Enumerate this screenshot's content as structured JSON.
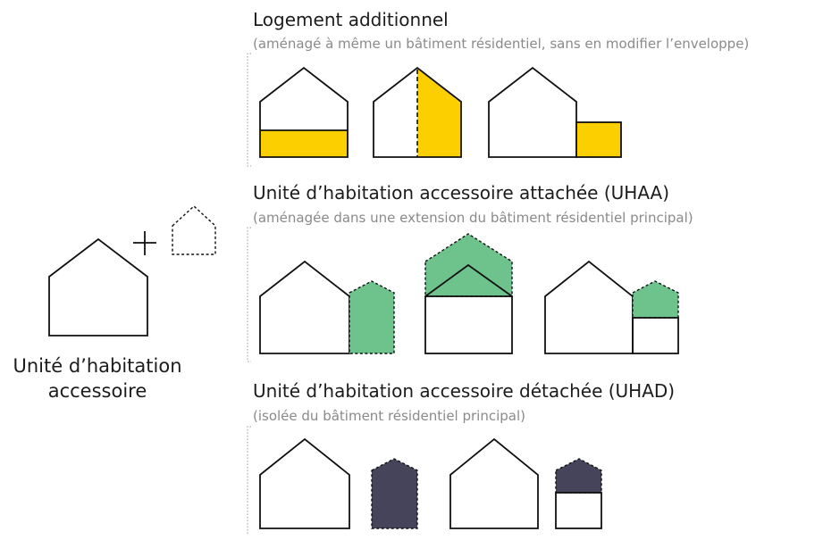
{
  "main_unit": {
    "label_line1": "Unité d’habitation",
    "label_line2": "accessoire"
  },
  "sections": [
    {
      "title": "Logement additionnel",
      "subtitle": "(aménagé à même un bâtiment résidentiel, sans en modifier l’enveloppe)",
      "color": "#fccf00"
    },
    {
      "title": "Unité d’habitation accessoire attachée (UHAA)",
      "subtitle": "(aménagée dans une extension du bâtiment résidentiel principal)",
      "color": "#6ec28c"
    },
    {
      "title": "Unité d’habitation accessoire détachée (UHAD)",
      "subtitle": "(isolée du bâtiment résidentiel principal)",
      "color": "#45445a"
    }
  ]
}
